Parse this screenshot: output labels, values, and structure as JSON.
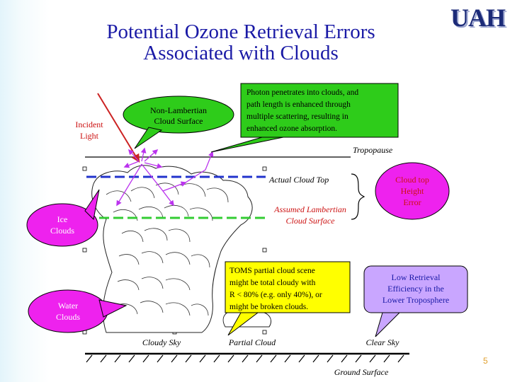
{
  "title_line1": "Potential Ozone Retrieval Errors",
  "title_line2": "Associated with Clouds",
  "logo": "UAH",
  "page_number": "5",
  "labels": {
    "incident_light_1": "Incident",
    "incident_light_2": "Light",
    "non_lambertian_1": "Non-Lambertian",
    "non_lambertian_2": "Cloud Surface",
    "photon_box": [
      "Photon penetrates into clouds, and",
      "path length is enhanced through",
      "multiple scattering, resulting in",
      "enhanced ozone absorption."
    ],
    "tropopause": "Tropopause",
    "actual_cloud_top": "Actual Cloud Top",
    "cloud_top_error_1": "Cloud top",
    "cloud_top_error_2": "Height",
    "cloud_top_error_3": "Error",
    "assumed_lambertian_1": "Assumed Lambertian",
    "assumed_lambertian_2": "Cloud Surface",
    "ice_clouds_1": "Ice",
    "ice_clouds_2": "Clouds",
    "water_clouds_1": "Water",
    "water_clouds_2": "Clouds",
    "toms_box": [
      "TOMS partial cloud scene",
      "might be total cloudy with",
      "R < 80% (e.g. only 40%), or",
      "might be broken clouds."
    ],
    "low_retrieval": [
      "Low Retrieval",
      "Efficiency in the",
      "Lower Troposphere"
    ],
    "cloudy_sky": "Cloudy Sky",
    "partial_cloud": "Partial Cloud",
    "clear_sky": "Clear Sky",
    "ground_surface": "Ground Surface"
  },
  "colors": {
    "title": "#1a1aa6",
    "green_box": "#2ecc1a",
    "magenta": "#ee22ee",
    "yellow_box": "#ffff00",
    "lavender": "#c9a6ff",
    "incident": "#cc2222",
    "blue_dash": "#2233cc",
    "green_dash": "#33cc33",
    "arrow_violet": "#bb33ee",
    "red_text": "#cc1111",
    "page_number": "#e0a030"
  }
}
